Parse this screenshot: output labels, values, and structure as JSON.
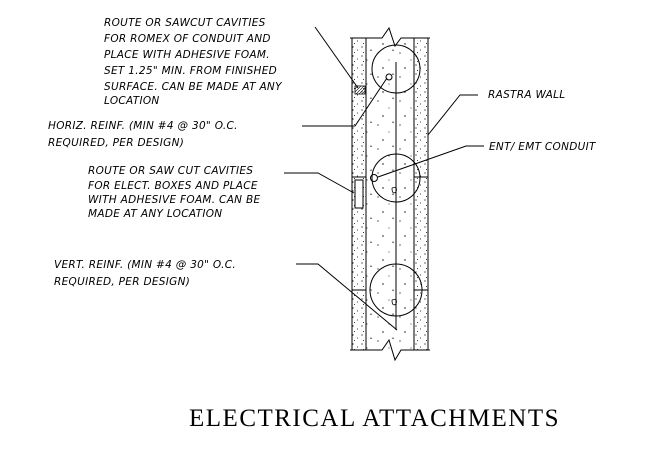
{
  "drawing": {
    "title": "ELECTRICAL ATTACHMENTS",
    "notes": {
      "sawcut_cavities": [
        "ROUTE OR SAWCUT CAVITIES",
        "FOR ROMEX OF CONDUIT AND",
        "PLACE WITH ADHESIVE FOAM.",
        "SET 1.25\" MIN. FROM FINISHED",
        "SURFACE. CAN BE MADE AT ANY",
        "LOCATION"
      ],
      "horiz_reinf": [
        "HORIZ. REINF. (MIN #4 @ 30\" O.C.",
        "REQUIRED, PER DESIGN)"
      ],
      "elect_boxes": [
        "ROUTE OR SAW CUT CAVITIES",
        "FOR ELECT. BOXES AND PLACE",
        "WITH ADHESIVE FOAM. CAN BE",
        "MADE AT ANY LOCATION"
      ],
      "vert_reinf": [
        "VERT. REINF. (MIN #4 @ 30\" O.C.",
        "REQUIRED, PER DESIGN)"
      ],
      "rastra_wall": [
        "RASTRA WALL"
      ],
      "conduit": [
        "ENT/ EMT CONDUIT"
      ]
    }
  }
}
